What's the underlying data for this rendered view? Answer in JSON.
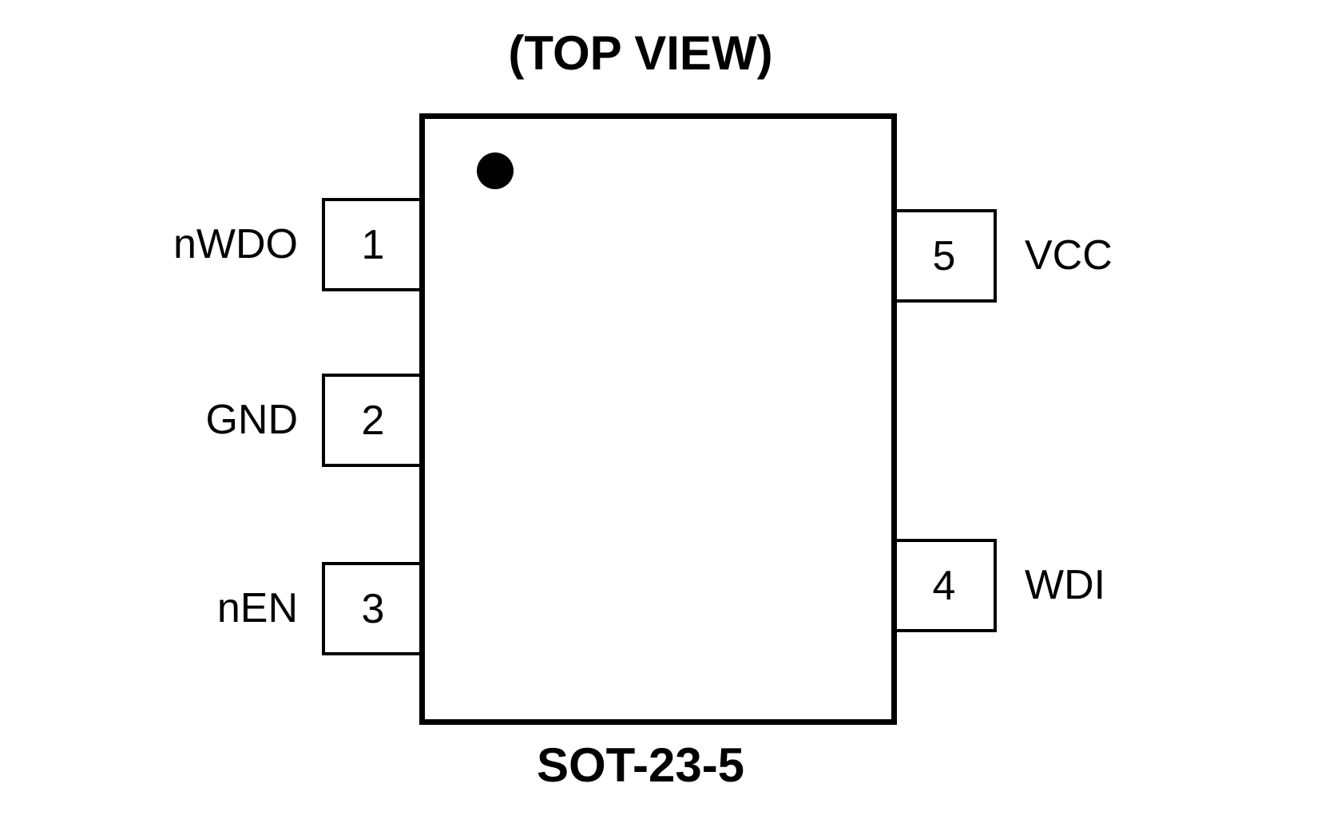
{
  "diagram": {
    "title": "(TOP VIEW)",
    "package_name": "SOT-23-5",
    "colors": {
      "line": "#000000",
      "text": "#000000",
      "background": "#ffffff",
      "pin1_dot": "#000000"
    },
    "icons": {
      "pin1_indicator": "filled-circle-dot"
    }
  },
  "pins": [
    {
      "number": "1",
      "label": "nWDO",
      "side": "left"
    },
    {
      "number": "2",
      "label": "GND",
      "side": "left"
    },
    {
      "number": "3",
      "label": "nEN",
      "side": "left"
    },
    {
      "number": "4",
      "label": "WDI",
      "side": "right"
    },
    {
      "number": "5",
      "label": "VCC",
      "side": "right"
    }
  ]
}
